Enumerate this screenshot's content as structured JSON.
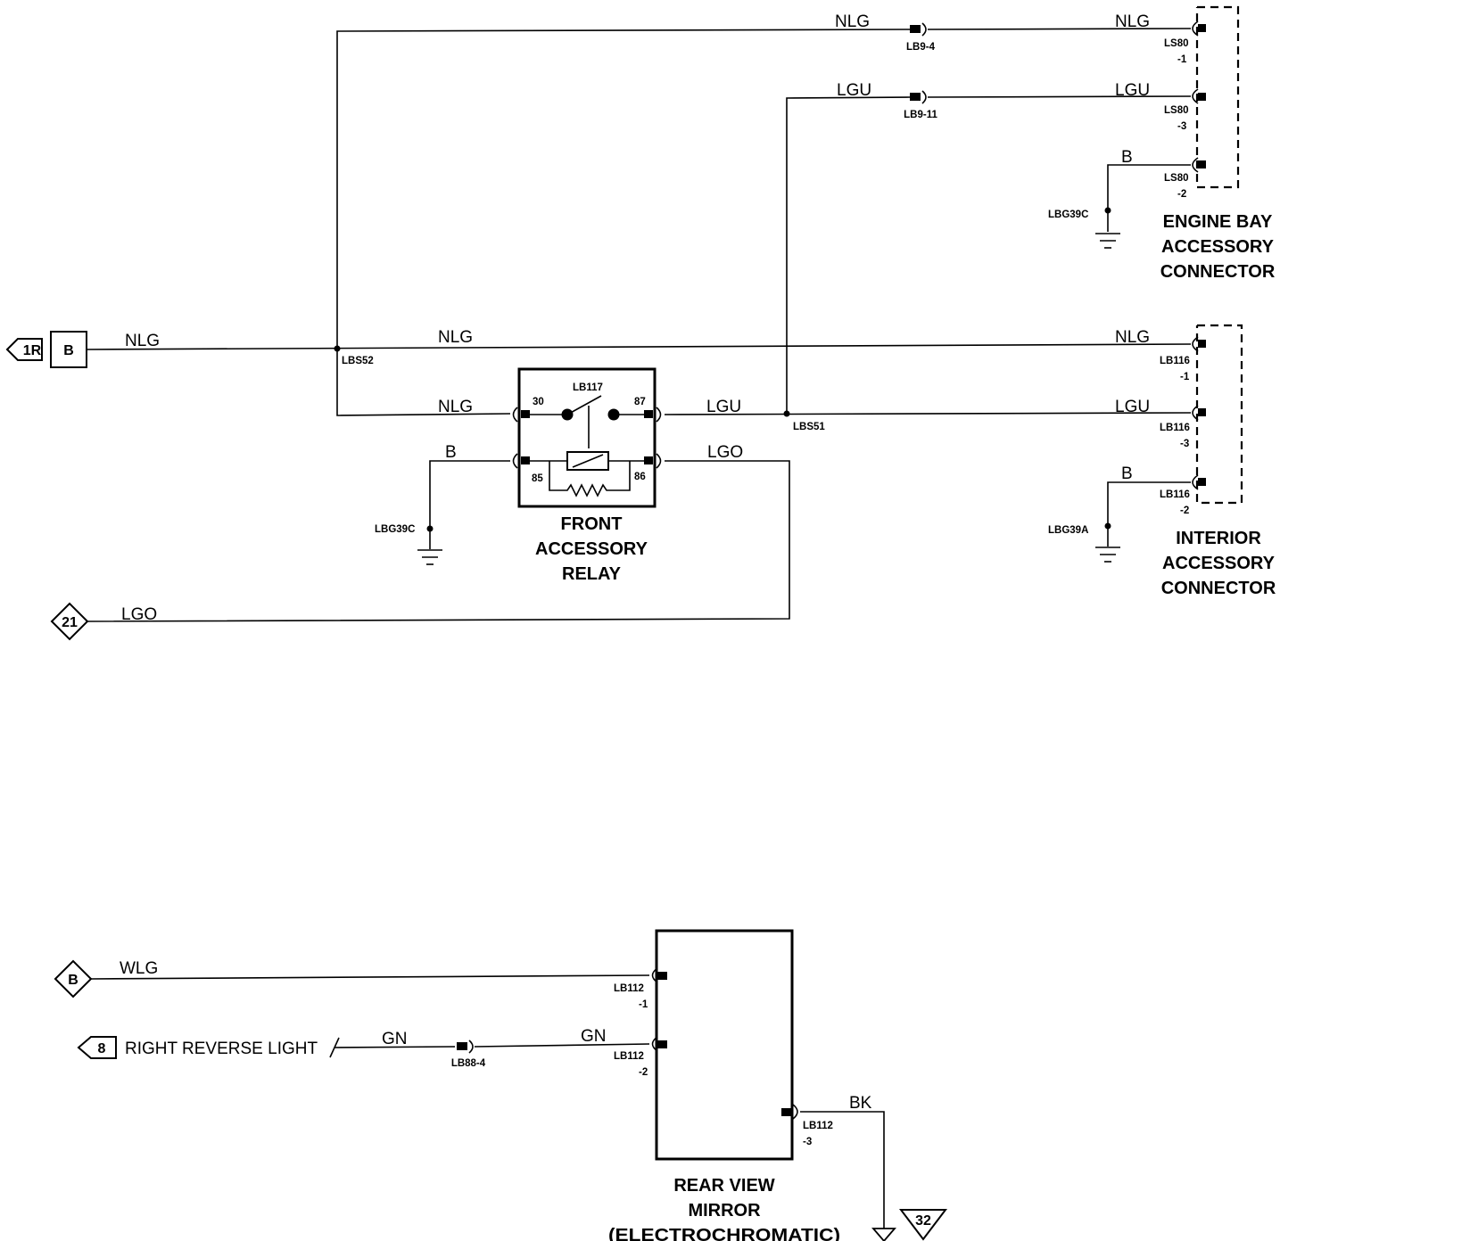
{
  "offpage": {
    "ref_1r": "1R",
    "ref_b_box": "B",
    "ref_21": "21",
    "ref_b": "B",
    "ref_8": "8",
    "ref_32": "32"
  },
  "wires": {
    "nlg_top_left": "NLG",
    "nlg_top_right": "NLG",
    "lgu_top_left": "LGU",
    "lgu_top_right": "LGU",
    "b_engine": "B",
    "nlg_main": "NLG",
    "nlg_mid": "NLG",
    "nlg_interior": "NLG",
    "nlg_relay": "NLG",
    "lgu_relay": "LGU",
    "lgu_interior": "LGU",
    "b_relay": "B",
    "lgo_relay": "LGO",
    "b_interior": "B",
    "lgo_21": "LGO",
    "wlg": "WLG",
    "gn_left": "GN",
    "gn_right": "GN",
    "bk": "BK"
  },
  "connectors": {
    "lb9_4": "LB9-4",
    "lb9_11": "LB9-11",
    "ls80": "LS80",
    "ls80_p1": "-1",
    "ls80_p3": "-3",
    "ls80_p2": "-2",
    "lb116": "LB116",
    "lb116_p1": "-1",
    "lb116_p3": "-3",
    "lb116_p2": "-2",
    "lb112": "LB112",
    "lb112_p1": "-1",
    "lb112_p2": "-2",
    "lb112_p3": "-3",
    "lb88_4": "LB88-4"
  },
  "splices": {
    "lbs52": "LBS52",
    "lbs51": "LBS51"
  },
  "grounds": {
    "lbg39c_top": "LBG39C",
    "lbg39c_relay": "LBG39C",
    "lbg39a": "LBG39A"
  },
  "relay": {
    "id": "LB117",
    "pin30": "30",
    "pin87": "87",
    "pin85": "85",
    "pin86": "86",
    "name_l1": "FRONT",
    "name_l2": "ACCESSORY",
    "name_l3": "RELAY"
  },
  "components": {
    "engine_l1": "ENGINE BAY",
    "engine_l2": "ACCESSORY",
    "engine_l3": "CONNECTOR",
    "interior_l1": "INTERIOR",
    "interior_l2": "ACCESSORY",
    "interior_l3": "CONNECTOR",
    "mirror_l1": "REAR VIEW",
    "mirror_l2": "MIRROR",
    "mirror_l3": "(ELECTROCHROMATIC)"
  },
  "labels": {
    "right_reverse_light": "RIGHT REVERSE LIGHT"
  }
}
